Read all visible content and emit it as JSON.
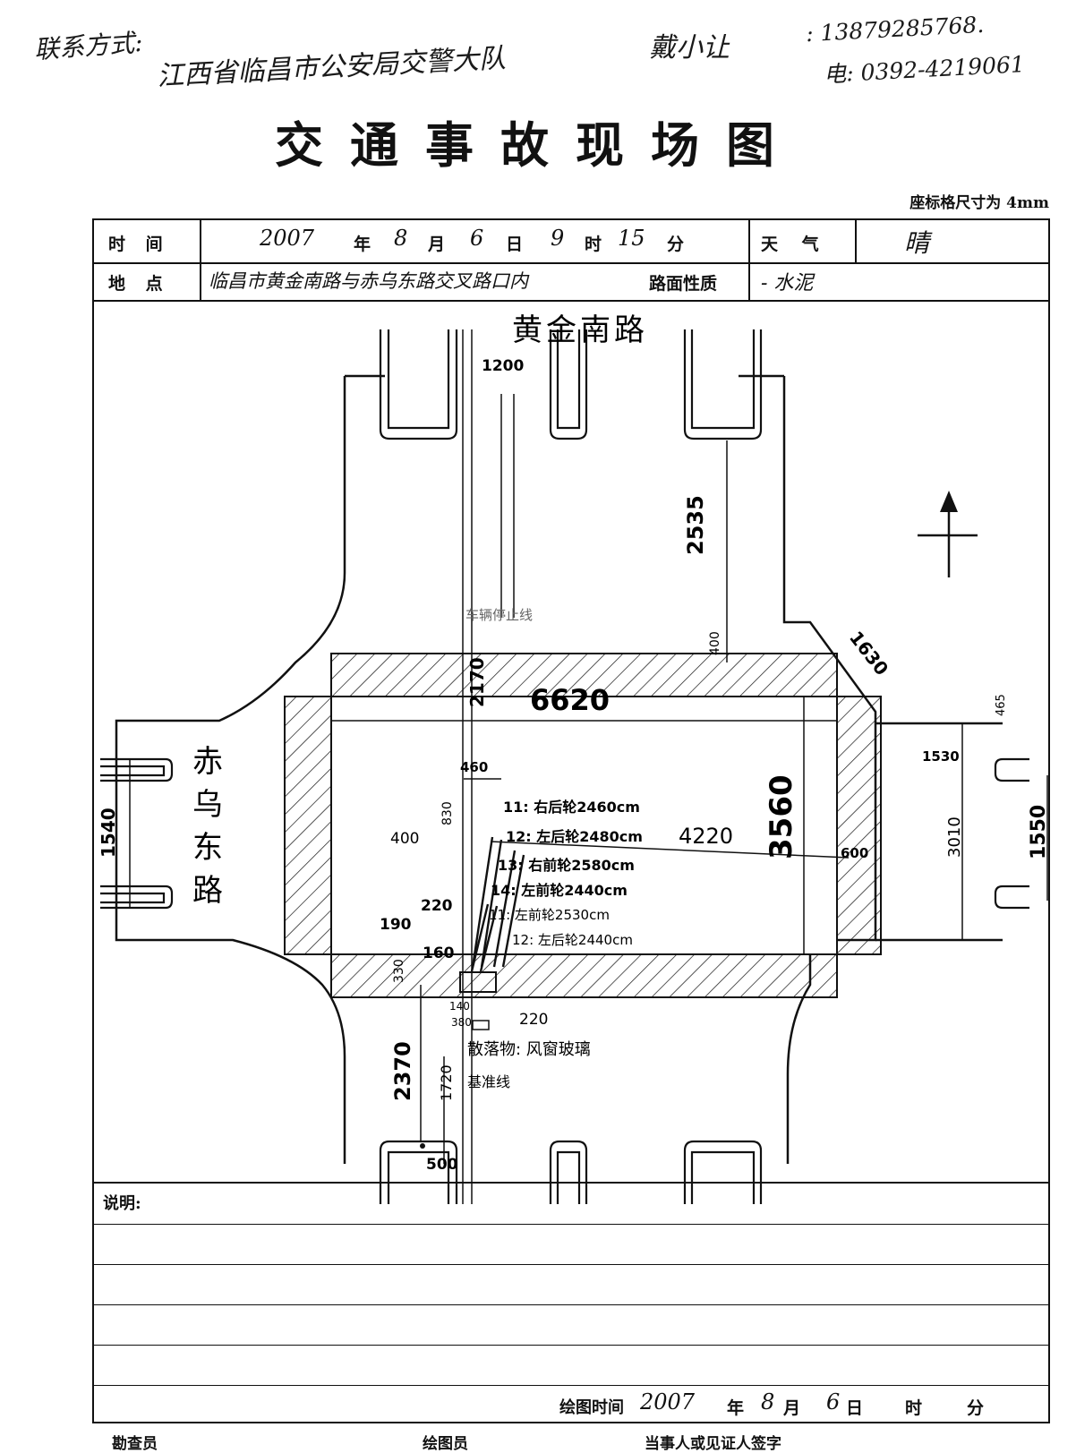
{
  "header": {
    "contact_label": "联系方式:",
    "agency": "江西省临昌市公安局交警大队",
    "contact_person": "戴小让",
    "mobile": ": 13879285768.",
    "phone": "电: 0392-4219061"
  },
  "title": "交通事故现场图",
  "scale_note": "座标格尺寸为 4mm",
  "info": {
    "time_label": "时  间",
    "year_val": "2007",
    "year_unit": "年",
    "month_val": "8",
    "month_unit": "月",
    "day_val": "6",
    "day_unit": "日",
    "hour_val": "9",
    "hour_unit": "时",
    "minute_val": "15",
    "minute_unit": "分",
    "weather_label": "天  气",
    "weather_val": "晴",
    "place_label": "地  点",
    "place_val": "临昌市黄金南路与赤乌东路交叉路口内",
    "surface_label": "路面性质",
    "surface_val": "- 水泥"
  },
  "diagram": {
    "road_north": "黄金南路",
    "road_west": [
      "赤",
      "乌",
      "东",
      "路"
    ],
    "stop_line": "车辆停止线",
    "baseline": "基准线",
    "debris": "散落物: 风窗玻璃",
    "dims": {
      "d1200": "1200",
      "d2535": "2535",
      "d400a": "400",
      "d1630": "1630",
      "d2170": "2170",
      "d6620": "6620",
      "d465": "465",
      "d1530": "1530",
      "d460": "460",
      "d830": "830",
      "d400b": "400",
      "d4220": "4220",
      "d3560": "3560",
      "d600": "600",
      "d3010": "3010",
      "d1550": "1550",
      "d1540": "1540",
      "d220a": "220",
      "d190": "190",
      "d160": "160",
      "d330": "330",
      "d140": "140",
      "d380": "380",
      "d220b": "220",
      "d2370": "2370",
      "d1720": "1720",
      "d500": "500"
    },
    "marks": [
      "11: 右后轮2460cm",
      "12: 左后轮2480cm",
      "13: 右前轮2580cm",
      "14: 左前轮2440cm",
      "11: 左前轮2530cm",
      "12: 左后轮2440cm"
    ]
  },
  "notes_label": "说明:",
  "draw_time": {
    "label": "绘图时间",
    "year_val": "2007",
    "year_unit": "年",
    "month_val": "8",
    "month_unit": "月",
    "day_val": "6",
    "day_unit": "日",
    "hour_unit": "时",
    "minute_unit": "分"
  },
  "footer": {
    "investigator": "勘查员",
    "drafter": "绘图员",
    "party_signature": "当事人或见证人签字"
  }
}
